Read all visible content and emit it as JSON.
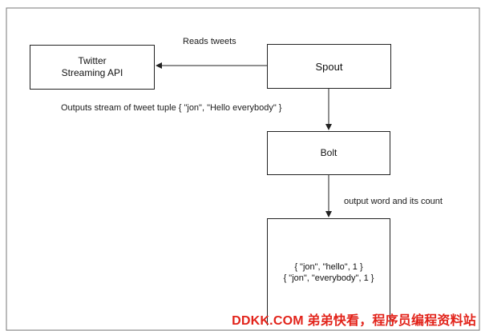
{
  "nodes": {
    "twitter_api": {
      "line1": "Twitter",
      "line2": "Streaming API"
    },
    "spout": {
      "label": "Spout"
    },
    "bolt": {
      "label": "Bolt"
    },
    "output": {
      "line1": "{ \"jon\", \"hello\", 1 }",
      "line2": "{ \"jon\", \"everybody\", 1 }"
    }
  },
  "edges": {
    "spout_to_api": "Reads tweets",
    "spout_to_bolt": "Outputs stream of tweet tuple { \"jon\", \"Hello everybody\" }",
    "bolt_to_output": "output word and its count"
  },
  "watermark": "DDKK.COM 弟弟快看，程序员编程资料站",
  "colors": {
    "stroke": "#222222",
    "outer_frame": "#777777",
    "watermark": "#e2231a"
  }
}
